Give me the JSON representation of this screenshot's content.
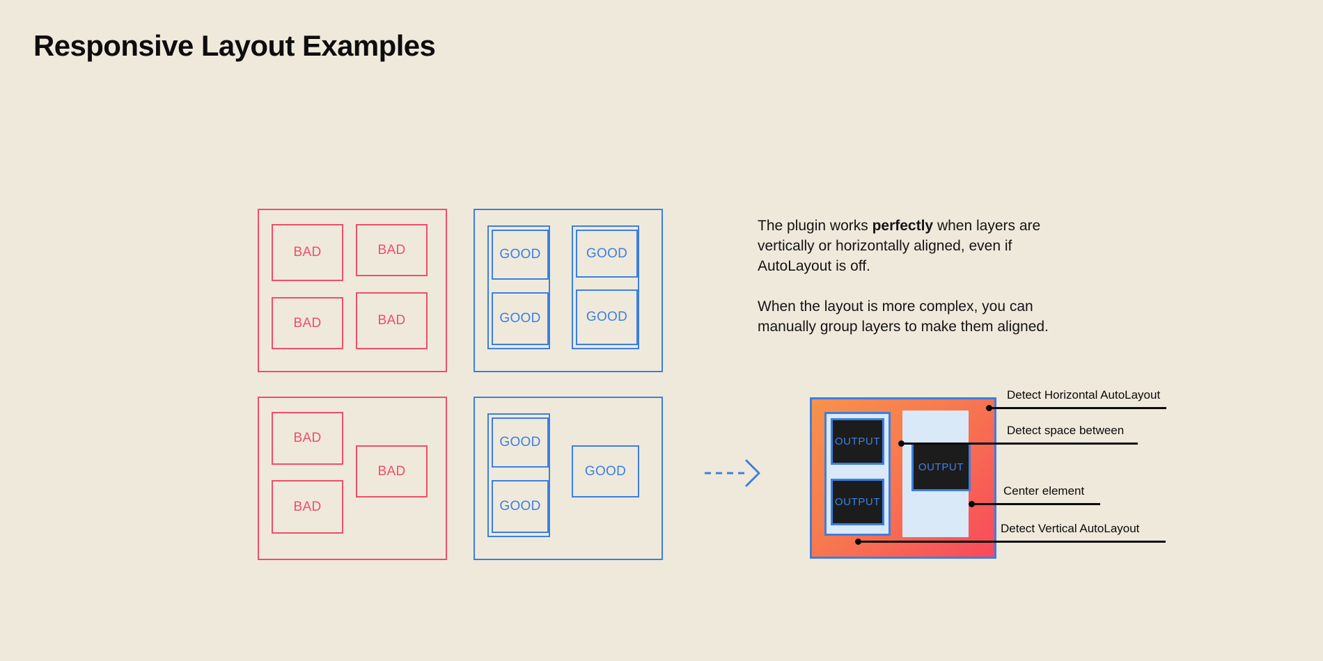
{
  "page": {
    "title": "Responsive Layout Examples",
    "background_color": "#EFE9DC",
    "bad_color": "#EF4E68",
    "good_color": "#3B7FE0",
    "accent_dark": "#1C1C1C",
    "output_text_color": "#3B82E8"
  },
  "examples": {
    "labels": {
      "bad": "BAD",
      "good": "GOOD"
    },
    "panels": [
      {
        "id": "bad-grid",
        "kind": "bad",
        "boxes": [
          {
            "label": "BAD"
          },
          {
            "label": "BAD"
          },
          {
            "label": "BAD"
          },
          {
            "label": "BAD"
          }
        ]
      },
      {
        "id": "good-grid",
        "kind": "good",
        "boxes": [
          {
            "label": "GOOD"
          },
          {
            "label": "GOOD"
          },
          {
            "label": "GOOD"
          },
          {
            "label": "GOOD"
          }
        ]
      },
      {
        "id": "bad-complex",
        "kind": "bad",
        "boxes": [
          {
            "label": "BAD"
          },
          {
            "label": "BAD"
          },
          {
            "label": "BAD"
          }
        ]
      },
      {
        "id": "good-complex",
        "kind": "good",
        "boxes": [
          {
            "label": "GOOD"
          },
          {
            "label": "GOOD"
          },
          {
            "label": "GOOD"
          }
        ]
      }
    ]
  },
  "arrow": {
    "icon": "dashed-arrow-right-icon",
    "color": "#3B7FE0"
  },
  "copy": {
    "paragraph1_before": "The plugin works ",
    "paragraph1_bold": "perfectly",
    "paragraph1_after": " when layers are vertically or horizontally aligned, even if AutoLayout is off.",
    "paragraph2": "When the layout is more complex, you can manually group layers to make them aligned."
  },
  "diagram": {
    "outputs": [
      {
        "label": "OUTPUT"
      },
      {
        "label": "OUTPUT"
      },
      {
        "label": "OUTPUT"
      }
    ],
    "annotations": [
      {
        "label": "Detect Horizontal AutoLayout"
      },
      {
        "label": "Detect space between"
      },
      {
        "label": "Center element"
      },
      {
        "label": "Detect Vertical AutoLayout"
      }
    ]
  }
}
